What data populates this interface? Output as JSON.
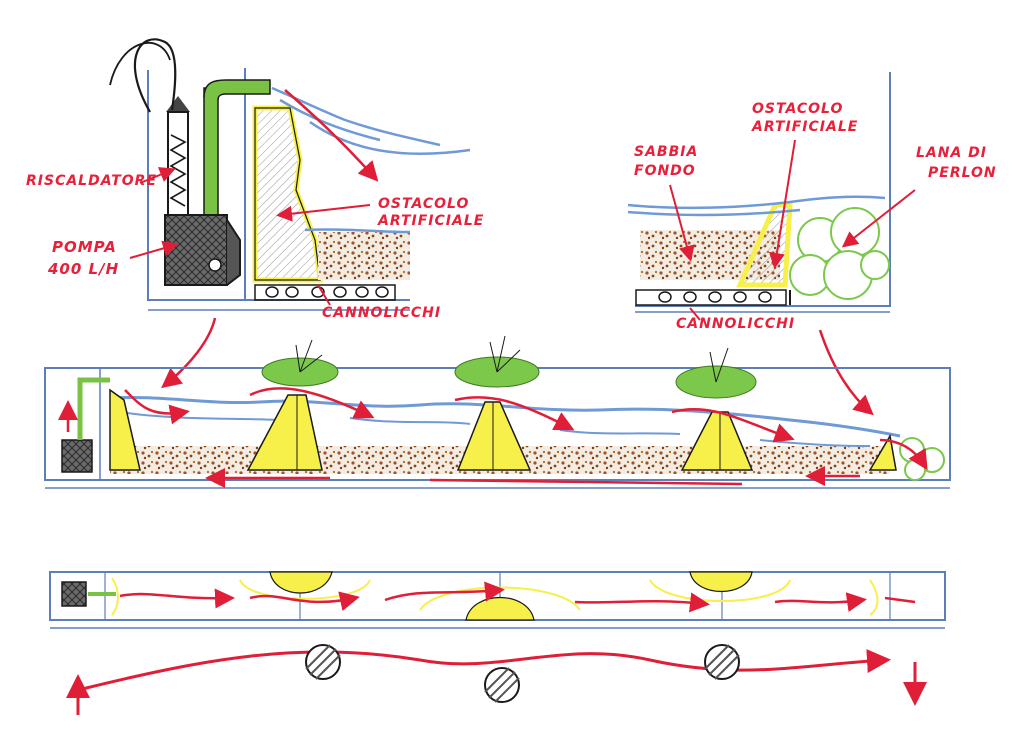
{
  "labels": {
    "heater": "RISCALDATORE",
    "pump_line1": "POMPA",
    "pump_line2": "400 l/h",
    "obstacle_left_line1": "OSTACOLO",
    "obstacle_left_line2": "ARTIFICIALE",
    "tubes_left": "CANNOLICCHI",
    "sand_line1": "SABBIA",
    "sand_line2": "FONDO",
    "obstacle_right_line1": "OSTACOLO",
    "obstacle_right_line2": "ARTIFICIALE",
    "perlon_line1": "LANA DI",
    "perlon_line2": "PERLON",
    "tubes_right": "CANNOLICCHI"
  },
  "colors": {
    "ink": "#1a1a1a",
    "label_red": "#e8203a",
    "flow_red": "#e01e37",
    "water_blue": "#6f9ad6",
    "glass_blue": "#5d7fb8",
    "obstacle_yellow": "#f7ef4a",
    "plant_green": "#7cc84a",
    "pump_green": "#79c243",
    "gravel_brown": "#a0522d",
    "pump_grey": "#555555"
  }
}
